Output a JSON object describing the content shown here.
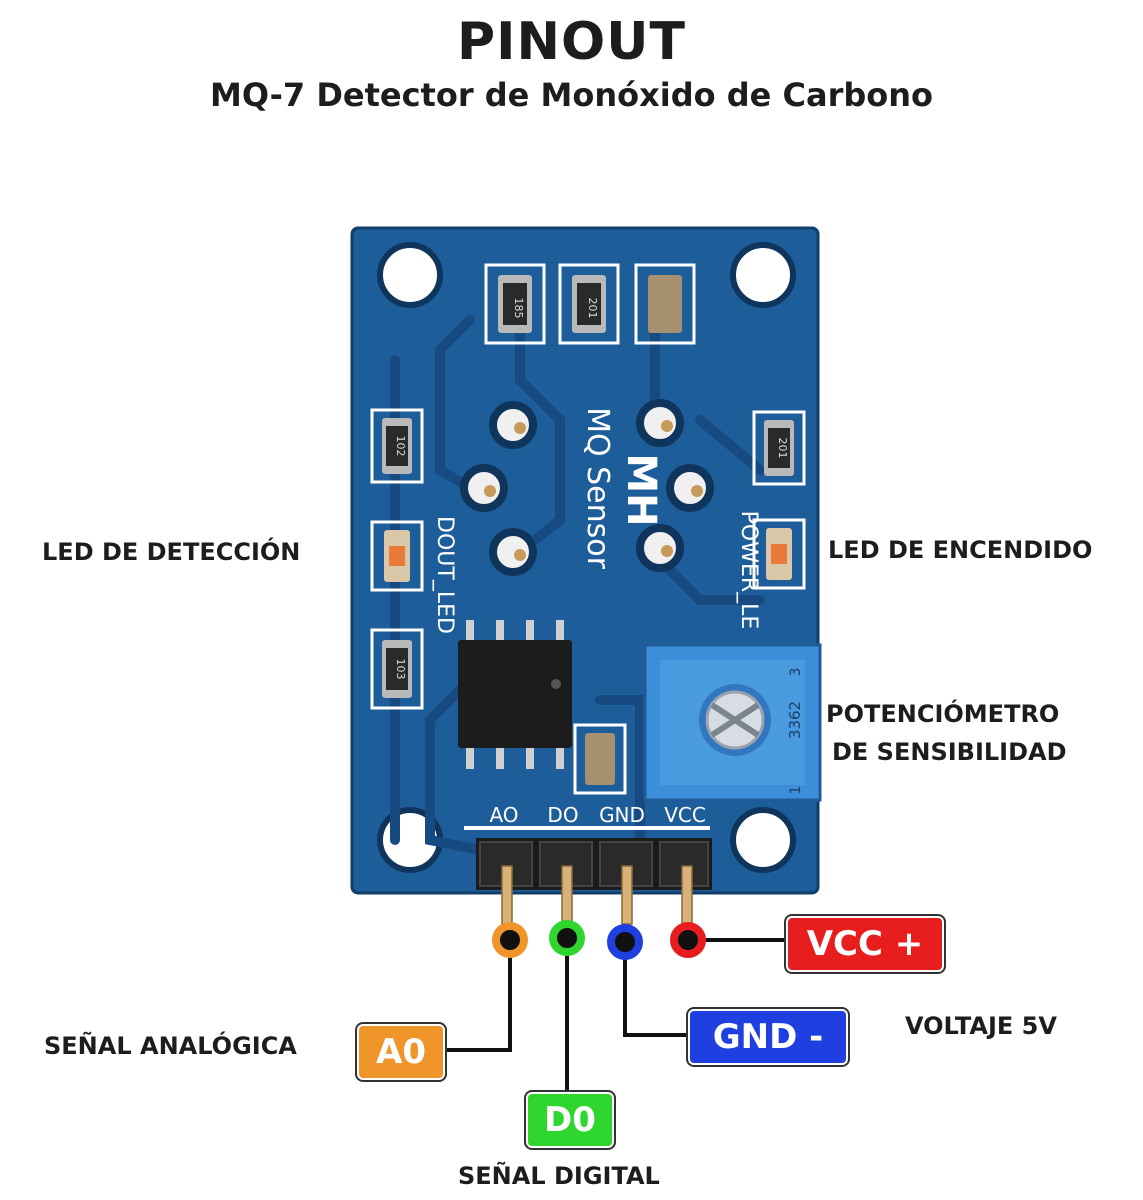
{
  "header": {
    "title": "PINOUT",
    "subtitle": "MQ-7 Detector de Monóxido de Carbono"
  },
  "board": {
    "silkscreen_brand": "MH",
    "silkscreen_model": "MQ Sensor",
    "led_label_left": "DOUT_LED",
    "led_label_right": "POWER_LE",
    "pin_labels": [
      "AO",
      "DO",
      "GND",
      "VCC"
    ],
    "resistor_marks": [
      "185",
      "201",
      "102",
      "201",
      "103"
    ],
    "pot_mark": "3362",
    "pot_pins": [
      "1",
      "3"
    ]
  },
  "annotations": {
    "led_detect": "LED DE DETECCIÓN",
    "led_power": "LED DE ENCENDIDO",
    "pot_line1": "POTENCIÓMETRO",
    "pot_line2": "DE SENSIBILIDAD",
    "analog": "SEÑAL ANALÓGICA",
    "digital": "SEÑAL DIGITAL",
    "voltage": "VOLTAJE 5V"
  },
  "pins": {
    "vcc": {
      "label": "VCC +",
      "color": "#e81e1e"
    },
    "gnd": {
      "label": "GND -",
      "color": "#1f3fe0"
    },
    "a0": {
      "label": "A0",
      "color": "#f0952a"
    },
    "d0": {
      "label": "D0",
      "color": "#2ed62e"
    }
  },
  "colors": {
    "pcb": "#1d5d99",
    "trace": "#174a80",
    "pot": "#3b8ed8"
  }
}
